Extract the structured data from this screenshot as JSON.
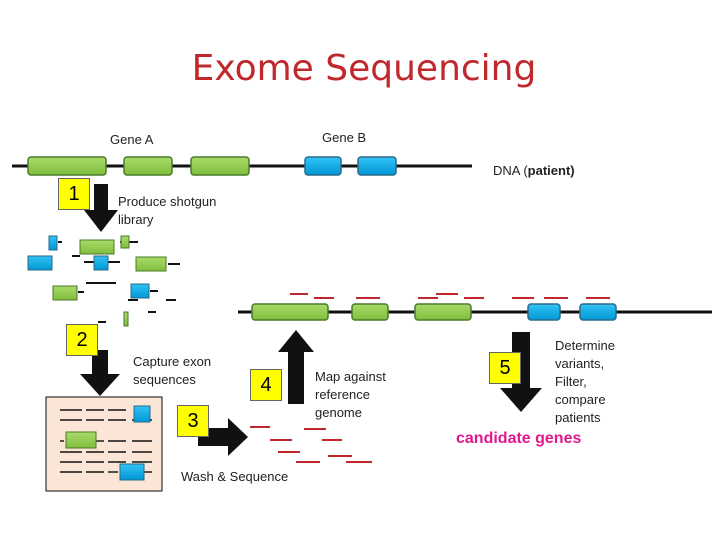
{
  "title": "Exome Sequencing",
  "labels": {
    "gene_a": "Gene A",
    "gene_b": "Gene B",
    "dna_prefix": "DNA (",
    "dna_patient": "patient)",
    "step1_line1": "Produce shotgun",
    "step1_line2": "library",
    "step2_line1": "Capture exon",
    "step2_line2": "sequences",
    "step3": "Wash & Sequence",
    "step4_line1": "Map against",
    "step4_line2": "reference",
    "step4_line3": "genome",
    "step5_line1": "Determine",
    "step5_line2": "variants,",
    "step5_line3": "Filter,",
    "step5_line4": "compare",
    "step5_line5": "patients",
    "candidate": "candidate genes"
  },
  "steps": [
    "1",
    "2",
    "3",
    "4",
    "5"
  ],
  "colors": {
    "title": "#c0282d",
    "exon_green": "#92d050",
    "exon_blue": "#00b0f0",
    "read_red": "#c0282d",
    "step_badge": "#ffff00",
    "tube_fill": "#fbe5d6",
    "candidate": "#e0198f"
  }
}
